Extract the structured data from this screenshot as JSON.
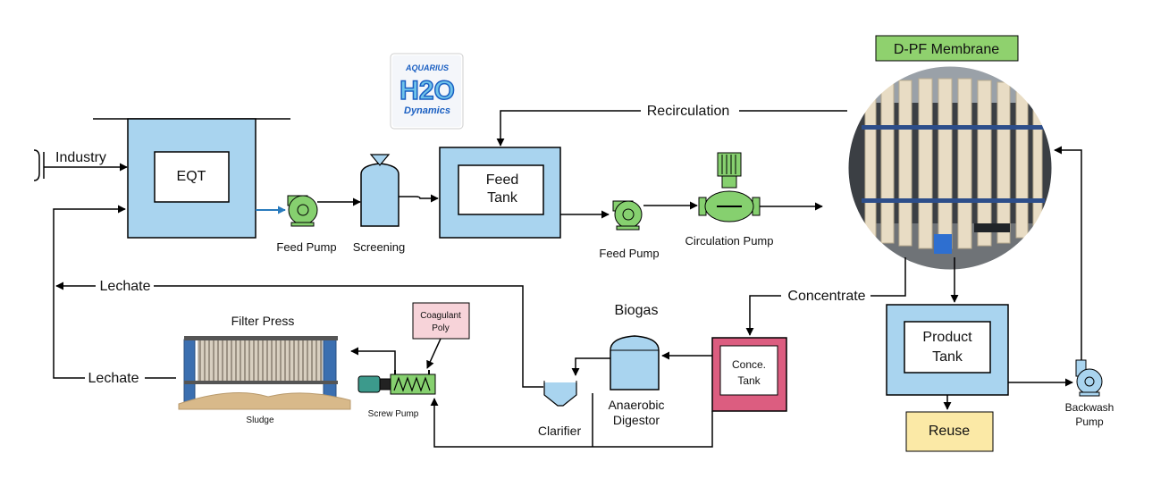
{
  "logo": {
    "line1": "AQUARIUS",
    "line2": "H2O",
    "line3": "Dynamics"
  },
  "tanks": {
    "eqt": "EQT",
    "feed_tank_line1": "Feed",
    "feed_tank_line2": "Tank",
    "product_tank_line1": "Product",
    "product_tank_line2": "Tank",
    "conce_tank_line1": "Conce.",
    "conce_tank_line2": "Tank"
  },
  "equipment": {
    "feed_pump_1": "Feed Pump",
    "screening": "Screening",
    "feed_pump_2": "Feed Pump",
    "circulation_pump": "Circulation Pump",
    "backwash_pump_line1": "Backwash",
    "backwash_pump_line2": "Pump",
    "screw_pump": "Screw Pump",
    "filter_press": "Filter Press",
    "sludge": "Sludge",
    "coagulant_line1": "Coagulant",
    "coagulant_line2": "Poly",
    "clarifier": "Clarifier",
    "anaerobic_line1": "Anaerobic",
    "anaerobic_line2": "Digestor",
    "biogas": "Biogas",
    "membrane": "D-PF Membrane",
    "reuse": "Reuse"
  },
  "flows": {
    "industry": "Industry",
    "recirculation": "Recirculation",
    "concentrate": "Concentrate",
    "lechate_top": "Lechate",
    "lechate_bottom": "Lechate"
  },
  "colors": {
    "tank_blue": "#a9d4ef",
    "pump_green": "#86d06f",
    "membrane_label_green": "#8fd16e",
    "conce_tank_pink": "#dc5d80",
    "coagulant_pink": "#f7d3d9",
    "reuse_yellow": "#fbe9a6",
    "logo_blue": "#1a5fc2",
    "arrow_blue": "#2a7bbd"
  }
}
